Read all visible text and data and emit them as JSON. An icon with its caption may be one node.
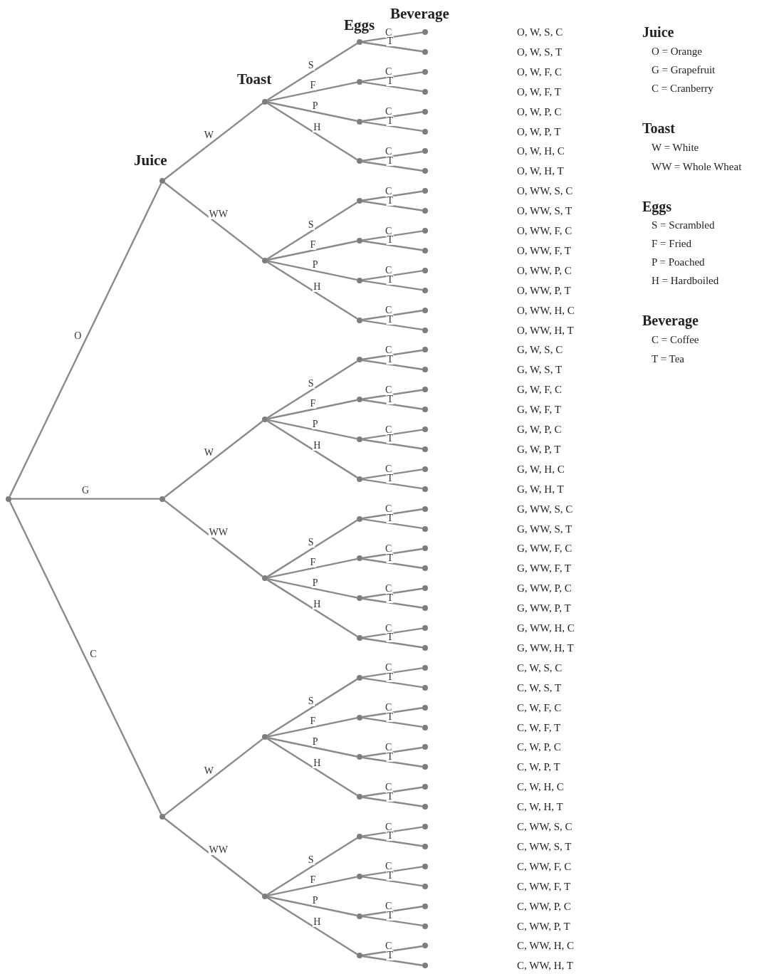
{
  "diagram": {
    "nodes": [
      {
        "text": [],
        "shape": "circle"
      },
      {
        "text": [],
        "shape": "circle"
      },
      {
        "text": [],
        "shape": "circle"
      },
      {
        "text": [],
        "shape": "circle"
      },
      {
        "text": [],
        "shape": "circle"
      },
      {
        "text": [],
        "shape": "circle"
      },
      {
        "text": [],
        "shape": "circle"
      },
      {
        "text": [],
        "shape": "circle"
      },
      {
        "text": [],
        "shape": "circle"
      },
      {
        "text": [],
        "shape": "circle"
      },
      {
        "text": [],
        "shape": "circle"
      },
      {
        "text": [],
        "shape": "circle"
      },
      {
        "text": [],
        "shape": "circle"
      },
      {
        "text": [],
        "shape": "circle"
      },
      {
        "text": [],
        "shape": "circle"
      },
      {
        "text": [],
        "shape": "circle"
      },
      {
        "text": [],
        "shape": "circle"
      },
      {
        "text": [],
        "shape": "circle"
      },
      {
        "text": [],
        "shape": "circle"
      },
      {
        "text": [],
        "shape": "circle"
      },
      {
        "text": [],
        "shape": "circle"
      },
      {
        "text": [],
        "shape": "circle"
      },
      {
        "text": [],
        "shape": "circle"
      },
      {
        "text": [],
        "shape": "circle"
      },
      {
        "text": [],
        "shape": "circle"
      },
      {
        "text": [],
        "shape": "circle"
      },
      {
        "text": [],
        "shape": "circle"
      },
      {
        "text": [],
        "shape": "circle"
      },
      {
        "text": [],
        "shape": "circle"
      },
      {
        "text": [],
        "shape": "circle"
      },
      {
        "text": [],
        "shape": "circle"
      },
      {
        "text": [],
        "shape": "circle"
      },
      {
        "text": [],
        "shape": "circle"
      },
      {
        "text": [],
        "shape": "circle"
      },
      {
        "text": [],
        "shape": "circle"
      },
      {
        "text": [],
        "shape": "circle"
      },
      {
        "text": [],
        "shape": "circle"
      },
      {
        "text": [],
        "shape": "circle"
      },
      {
        "text": [],
        "shape": "circle"
      },
      {
        "text": [],
        "shape": "circle"
      },
      {
        "text": [],
        "shape": "circle"
      },
      {
        "text": [],
        "shape": "circle"
      },
      {
        "text": [],
        "shape": "circle"
      },
      {
        "text": [],
        "shape": "circle"
      },
      {
        "text": [],
        "shape": "circle"
      },
      {
        "text": [],
        "shape": "circle"
      },
      {
        "text": [],
        "shape": "circle"
      },
      {
        "text": [],
        "shape": "circle"
      },
      {
        "text": [],
        "shape": "circle"
      },
      {
        "text": [],
        "shape": "circle"
      },
      {
        "text": [],
        "shape": "circle"
      },
      {
        "text": [],
        "shape": "circle"
      },
      {
        "text": [],
        "shape": "circle"
      },
      {
        "text": [],
        "shape": "circle"
      },
      {
        "text": [],
        "shape": "circle"
      },
      {
        "text": [],
        "shape": "circle"
      },
      {
        "text": [],
        "shape": "circle"
      },
      {
        "text": [],
        "shape": "circle"
      },
      {
        "text": [],
        "shape": "circle"
      },
      {
        "text": [],
        "shape": "circle"
      },
      {
        "text": [],
        "shape": "circle"
      },
      {
        "text": [],
        "shape": "circle"
      },
      {
        "text": [],
        "shape": "circle"
      },
      {
        "text": [],
        "shape": "circle"
      },
      {
        "text": [],
        "shape": "circle"
      },
      {
        "text": [],
        "shape": "circle"
      },
      {
        "text": [],
        "shape": "circle"
      },
      {
        "text": [],
        "shape": "circle"
      },
      {
        "text": [],
        "shape": "circle"
      },
      {
        "text": [],
        "shape": "circle"
      },
      {
        "text": [],
        "shape": "circle"
      },
      {
        "text": [],
        "shape": "circle"
      },
      {
        "text": [],
        "shape": "circle"
      },
      {
        "text": [],
        "shape": "circle"
      },
      {
        "text": [],
        "shape": "circle"
      },
      {
        "text": [],
        "shape": "circle"
      },
      {
        "text": [],
        "shape": "circle"
      },
      {
        "text": [],
        "shape": "circle"
      },
      {
        "text": [],
        "shape": "circle"
      },
      {
        "text": [],
        "shape": "circle"
      },
      {
        "text": [],
        "shape": "circle"
      },
      {
        "text": [],
        "shape": "circle"
      }
    ],
    "edges": [
      {
        "from": 0,
        "to": 1,
        "arrow": "none",
        "label": "O"
      },
      {
        "from": 0,
        "to": 2,
        "arrow": "none",
        "label": "G"
      },
      {
        "from": 0,
        "to": 3,
        "arrow": "none",
        "label": "C"
      },
      {
        "from": 1,
        "to": 4,
        "arrow": "none",
        "label": "W"
      },
      {
        "from": 1,
        "to": 5,
        "arrow": "none",
        "label": "WW"
      },
      {
        "from": 2,
        "to": 6,
        "arrow": "none",
        "label": "W"
      },
      {
        "from": 2,
        "to": 7,
        "arrow": "none",
        "label": "WW"
      },
      {
        "from": 3,
        "to": 8,
        "arrow": "none",
        "label": "W"
      },
      {
        "from": 3,
        "to": 9,
        "arrow": "none",
        "label": "WW"
      },
      {
        "from": 4,
        "to": 10,
        "arrow": "none",
        "label": "S"
      },
      {
        "from": 4,
        "to": 11,
        "arrow": "none",
        "label": "F"
      },
      {
        "from": 4,
        "to": 12,
        "arrow": "none",
        "label": "P"
      },
      {
        "from": 4,
        "to": 13,
        "arrow": "none",
        "label": "H"
      },
      {
        "from": 5,
        "to": 14,
        "arrow": "none",
        "label": "S"
      },
      {
        "from": 5,
        "to": 15,
        "arrow": "none",
        "label": "F"
      },
      {
        "from": 5,
        "to": 16,
        "arrow": "none",
        "label": "P"
      },
      {
        "from": 5,
        "to": 17,
        "arrow": "none",
        "label": "H"
      },
      {
        "from": 6,
        "to": 18,
        "arrow": "none",
        "label": "S"
      },
      {
        "from": 6,
        "to": 19,
        "arrow": "none",
        "label": "F"
      },
      {
        "from": 6,
        "to": 20,
        "arrow": "none",
        "label": "P"
      },
      {
        "from": 6,
        "to": 21,
        "arrow": "none",
        "label": "H"
      },
      {
        "from": 7,
        "to": 22,
        "arrow": "none",
        "label": "S"
      },
      {
        "from": 7,
        "to": 23,
        "arrow": "none",
        "label": "F"
      },
      {
        "from": 7,
        "to": 24,
        "arrow": "none",
        "label": "P"
      },
      {
        "from": 7,
        "to": 25,
        "arrow": "none",
        "label": "H"
      },
      {
        "from": 8,
        "to": 26,
        "arrow": "none",
        "label": "S"
      },
      {
        "from": 8,
        "to": 27,
        "arrow": "none",
        "label": "F"
      },
      {
        "from": 8,
        "to": 28,
        "arrow": "none",
        "label": "P"
      },
      {
        "from": 8,
        "to": 29,
        "arrow": "none",
        "label": "H"
      },
      {
        "from": 9,
        "to": 30,
        "arrow": "none",
        "label": "S"
      },
      {
        "from": 9,
        "to": 31,
        "arrow": "none",
        "label": "F"
      },
      {
        "from": 9,
        "to": 32,
        "arrow": "none",
        "label": "P"
      },
      {
        "from": 9,
        "to": 33,
        "arrow": "none",
        "label": "H"
      },
      {
        "from": 10,
        "to": 34,
        "arrow": "none",
        "label": "C"
      },
      {
        "from": 10,
        "to": 35,
        "arrow": "none",
        "label": "T"
      },
      {
        "from": 11,
        "to": 36,
        "arrow": "none",
        "label": "C"
      },
      {
        "from": 11,
        "to": 37,
        "arrow": "none",
        "label": "T"
      },
      {
        "from": 12,
        "to": 38,
        "arrow": "none",
        "label": "C"
      },
      {
        "from": 12,
        "to": 39,
        "arrow": "none",
        "label": "T"
      },
      {
        "from": 13,
        "to": 40,
        "arrow": "none",
        "label": "C"
      },
      {
        "from": 13,
        "to": 41,
        "arrow": "none",
        "label": "T"
      },
      {
        "from": 14,
        "to": 42,
        "arrow": "none",
        "label": "C"
      },
      {
        "from": 14,
        "to": 43,
        "arrow": "none",
        "label": "T"
      },
      {
        "from": 15,
        "to": 44,
        "arrow": "none",
        "label": "C"
      },
      {
        "from": 15,
        "to": 45,
        "arrow": "none",
        "label": "T"
      },
      {
        "from": 16,
        "to": 46,
        "arrow": "none",
        "label": "C"
      },
      {
        "from": 16,
        "to": 47,
        "arrow": "none",
        "label": "T"
      },
      {
        "from": 17,
        "to": 48,
        "arrow": "none",
        "label": "C"
      },
      {
        "from": 17,
        "to": 49,
        "arrow": "none",
        "label": "T"
      },
      {
        "from": 18,
        "to": 50,
        "arrow": "none",
        "label": "C"
      },
      {
        "from": 18,
        "to": 51,
        "arrow": "none",
        "label": "T"
      },
      {
        "from": 19,
        "to": 52,
        "arrow": "none",
        "label": "C"
      },
      {
        "from": 19,
        "to": 53,
        "arrow": "none",
        "label": "T"
      },
      {
        "from": 20,
        "to": 54,
        "arrow": "none",
        "label": "C"
      },
      {
        "from": 20,
        "to": 55,
        "arrow": "none",
        "label": "T"
      },
      {
        "from": 21,
        "to": 56,
        "arrow": "none",
        "label": "C"
      },
      {
        "from": 21,
        "to": 57,
        "arrow": "none",
        "label": "T"
      },
      {
        "from": 22,
        "to": 58,
        "arrow": "none",
        "label": "C"
      },
      {
        "from": 22,
        "to": 59,
        "arrow": "none",
        "label": "T"
      },
      {
        "from": 23,
        "to": 60,
        "arrow": "none",
        "label": "C"
      },
      {
        "from": 23,
        "to": 61,
        "arrow": "none",
        "label": "T"
      },
      {
        "from": 24,
        "to": 62,
        "arrow": "none",
        "label": "C"
      },
      {
        "from": 24,
        "to": 63,
        "arrow": "none",
        "label": "T"
      },
      {
        "from": 25,
        "to": 64,
        "arrow": "none",
        "label": "C"
      },
      {
        "from": 25,
        "to": 65,
        "arrow": "none",
        "label": "T"
      },
      {
        "from": 26,
        "to": 66,
        "arrow": "none",
        "label": "C"
      },
      {
        "from": 26,
        "to": 67,
        "arrow": "none",
        "label": "T"
      },
      {
        "from": 27,
        "to": 68,
        "arrow": "none",
        "label": "C"
      },
      {
        "from": 27,
        "to": 69,
        "arrow": "none",
        "label": "T"
      },
      {
        "from": 28,
        "to": 70,
        "arrow": "none",
        "label": "C"
      },
      {
        "from": 28,
        "to": 71,
        "arrow": "none",
        "label": "T"
      },
      {
        "from": 29,
        "to": 72,
        "arrow": "none",
        "label": "C"
      },
      {
        "from": 29,
        "to": 73,
        "arrow": "none",
        "label": "T"
      },
      {
        "from": 30,
        "to": 74,
        "arrow": "none",
        "label": "C"
      },
      {
        "from": 30,
        "to": 75,
        "arrow": "none",
        "label": "T"
      },
      {
        "from": 31,
        "to": 76,
        "arrow": "none",
        "label": "C"
      },
      {
        "from": 31,
        "to": 77,
        "arrow": "none",
        "label": "T"
      },
      {
        "from": 32,
        "to": 78,
        "arrow": "none",
        "label": "C"
      },
      {
        "from": 32,
        "to": 79,
        "arrow": "none",
        "label": "T"
      },
      {
        "from": 33,
        "to": 80,
        "arrow": "none",
        "label": "C"
      },
      {
        "from": 33,
        "to": 81,
        "arrow": "none",
        "label": "T"
      }
    ],
    "labels": [
      "Juice",
      "Toast",
      "Eggs",
      "Beverage",
      "O, W, S, C",
      "O, W, S, T",
      "O, W, F, C",
      "O, W, F, T",
      "O, W, P, C",
      "O, W, P, T",
      "O, W, H, C",
      "O, W, H, T",
      "O, WW, S, C",
      "O, WW, S, T",
      "O, WW, F, C",
      "O, WW, F, T",
      "O, WW, P, C",
      "O, WW, P, T",
      "O, WW, H, C",
      "O, WW, H, T",
      "G, W, S, C",
      "G, W, S, T",
      "G, W, F, C",
      "G, W, F, T",
      "G, W, P, C",
      "G, W, P, T",
      "G, W, H, C",
      "G, W, H, T",
      "G, WW, S, C",
      "G, WW, S, T",
      "G, WW, F, C",
      "G, WW, F, T",
      "G, WW, P, C",
      "G, WW, P, T",
      "G, WW, H, C",
      "G, WW, H, T",
      "C, W, S, C",
      "C, W, S, T",
      "C, W, F, C",
      "C, W, F, T",
      "C, W, P, C",
      "C, W, P, T",
      "C, W, H, C",
      "C, W, H, T",
      "C, WW, S, C",
      "C, WW, S, T",
      "C, WW, F, C",
      "C, WW, F, T",
      "C, WW, P, C",
      "C, WW, P, T",
      "C, WW, H, C",
      "C, WW, H, T",
      "Juice",
      "O = Orange",
      "G = Grapefruit",
      "C = Cranberry",
      "Toast",
      "W = White",
      "WW = Whole Wheat",
      "Eggs",
      "S = Scrambled",
      "F = Fried",
      "P = Poached",
      "H = Hardboiled",
      "Beverage",
      "C = Coffee",
      "T = Tea"
    ]
  }
}
